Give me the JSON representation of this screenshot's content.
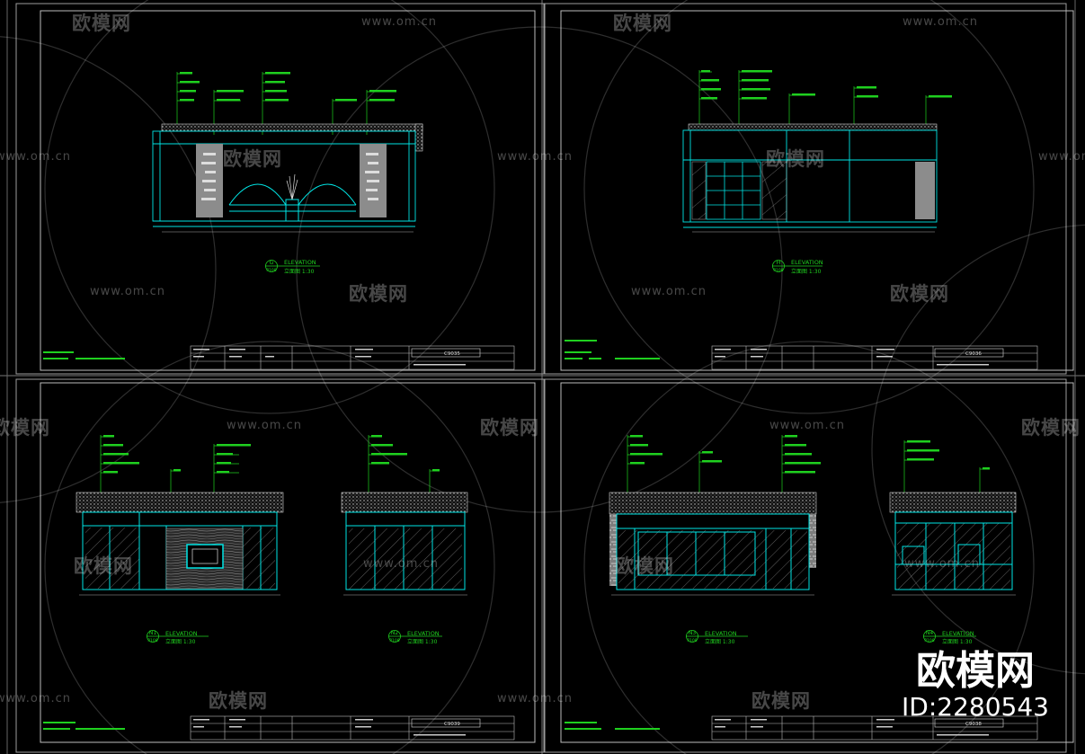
{
  "watermarks": {
    "site": "www.om.cn",
    "brand": "欧模网"
  },
  "sheets": [
    {
      "id": "top-left",
      "drawings": [
        {
          "mark": "G",
          "title": "ELEVATION",
          "ref": "P108",
          "scale": "立面图 1:30"
        }
      ],
      "sheet_no": "C9035"
    },
    {
      "id": "top-right",
      "drawings": [
        {
          "mark": "H",
          "title": "ELEVATION",
          "ref": "P108",
          "scale": "立面图 1:30"
        }
      ],
      "sheet_no": "C9036"
    },
    {
      "id": "bottom-left",
      "drawings": [
        {
          "mark": "N1",
          "title": "ELEVATION",
          "ref": "P108",
          "scale": "立面图 1:30"
        },
        {
          "mark": "N2",
          "title": "ELEVATION",
          "ref": "P108",
          "scale": "立面图 1:30"
        }
      ],
      "sheet_no": "C9039"
    },
    {
      "id": "bottom-right",
      "drawings": [
        {
          "mark": "N3",
          "title": "ELEVATION",
          "ref": "P108",
          "scale": "立面图 1:30"
        },
        {
          "mark": "N4",
          "title": "ELEVATION",
          "ref": "P108",
          "scale": "立面图 1:30"
        }
      ],
      "sheet_no": "C9038"
    }
  ],
  "brand_logo": {
    "name": "欧模网",
    "id": "ID:2280543"
  },
  "colors": {
    "background": "#000000",
    "frame": "#c8c8c8",
    "cyan": "#00e5e5",
    "green": "#1fd01f",
    "grey_fill": "#8c8c8c",
    "ceiling_hatch": "#bdbdbd"
  }
}
